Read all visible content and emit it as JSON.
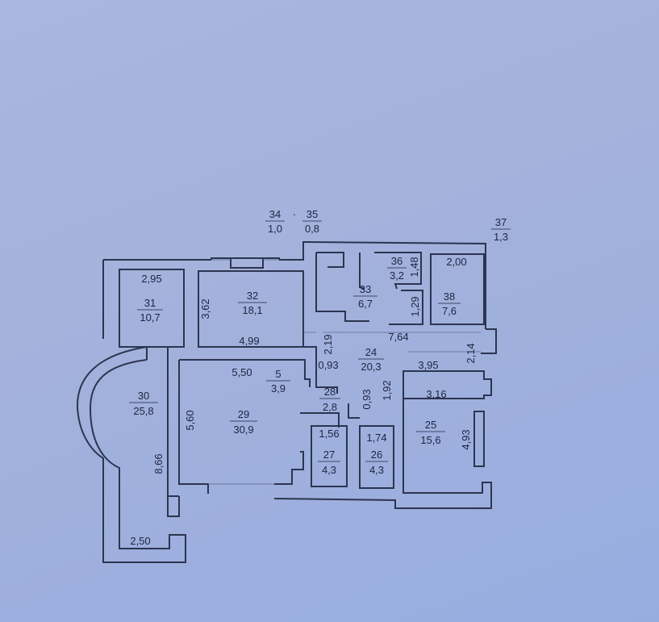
{
  "plan": {
    "background_color": "#a5b3de",
    "wall_color": "#2c3550",
    "outside_labels": [
      {
        "id": "34",
        "area": "1,0"
      },
      {
        "id": "35",
        "area": "0,8"
      },
      {
        "id": "37",
        "area": "1,3"
      }
    ],
    "rooms": [
      {
        "id": "31",
        "area": "10,7"
      },
      {
        "id": "32",
        "area": "18,1"
      },
      {
        "id": "33",
        "area": "6,7"
      },
      {
        "id": "36",
        "area": "3,2"
      },
      {
        "id": "38",
        "area": "7,6"
      },
      {
        "id": "24",
        "area": "20,3"
      },
      {
        "id": "5",
        "area": "3,9"
      },
      {
        "id": "28",
        "area": "2,8"
      },
      {
        "id": "29",
        "area": "30,9"
      },
      {
        "id": "30",
        "area": "25,8"
      },
      {
        "id": "27",
        "area": "4,3"
      },
      {
        "id": "26",
        "area": "4,3"
      },
      {
        "id": "25",
        "area": "15,6"
      }
    ],
    "dimensions": {
      "d_295": "2,95",
      "d_362": "3,62",
      "d_499": "4,99",
      "d_148": "1,48",
      "d_129": "1,29",
      "d_200": "2,00",
      "d_219": "2,19",
      "d_093a": "0,93",
      "d_764": "7,64",
      "d_214": "2,14",
      "d_395": "3,95",
      "d_550": "5,50",
      "d_560": "5,60",
      "d_093b": "0,93",
      "d_192": "1,92",
      "d_316": "3,16",
      "d_156": "1,56",
      "d_174": "1,74",
      "d_493": "4,93",
      "d_866": "8,66",
      "d_250": "2,50"
    }
  }
}
